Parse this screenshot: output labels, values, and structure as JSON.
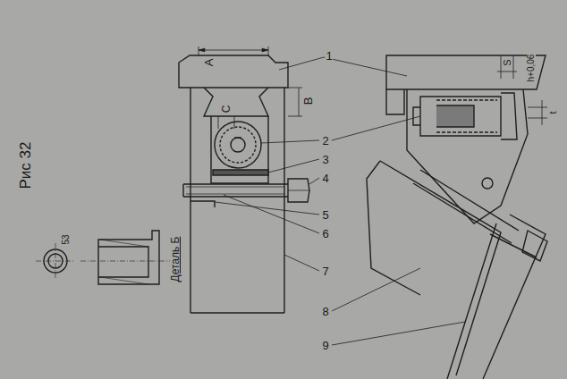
{
  "diagram": {
    "labels": [
      "A",
      "B",
      "C",
      "1",
      "2",
      "3",
      "4",
      "5",
      "6",
      "7",
      "8",
      "9",
      "S",
      "h+0,06",
      "t",
      "Рис 32",
      "53",
      "Деталь Б"
    ]
  }
}
